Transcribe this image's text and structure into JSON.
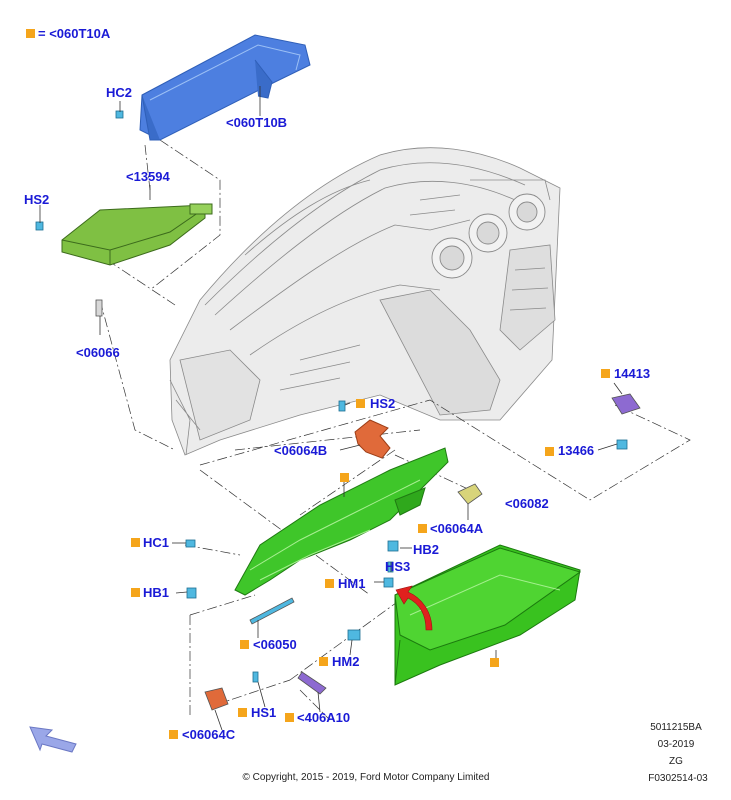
{
  "legend": {
    "label": "= <060T10A",
    "marker_color": "#f5a51b"
  },
  "labels": {
    "p060T10B": "<060T10B",
    "hc2": "HC2",
    "p13594": "<13594",
    "hs2_left": "HS2",
    "p06066": "<06066",
    "hs2_center": "HS2",
    "p06064B": "<06064B",
    "p14413": "14413",
    "p13466": "13466",
    "p06082": "<06082",
    "p06064A": "<06064A",
    "hc1": "HC1",
    "hb2": "HB2",
    "hs3": "HS3",
    "hb1": "HB1",
    "hm1": "HM1",
    "p06050": "<06050",
    "hm2": "HM2",
    "hs1": "HS1",
    "p406A10": "<406A10",
    "p06064C": "<06064C"
  },
  "meta": {
    "doc_number": "5011215BA",
    "date": "03-2019",
    "code": "ZG",
    "figure_id": "F0302514-03",
    "copyright": "© Copyright, 2015 - 2019, Ford Motor Company Limited"
  },
  "colors": {
    "label_text": "#1a1ad6",
    "marker": "#f5a51b",
    "bracket_blue": "#4d7fe0",
    "module_green": "#7fc043",
    "panel_green": "#3fc62a",
    "glovebox_green": "#39c21f",
    "duct_orange": "#e06a3a",
    "fastener_cyan": "#4fb8e0",
    "sensor_purple": "#8d6ad1",
    "latch_yellow": "#d8d47a",
    "arrow_red": "#e0211e",
    "nav_arrow": "#9aa7e8"
  },
  "icons": {
    "nav": "navigation-arrow-icon",
    "rotate": "curved-red-arrow-icon"
  }
}
